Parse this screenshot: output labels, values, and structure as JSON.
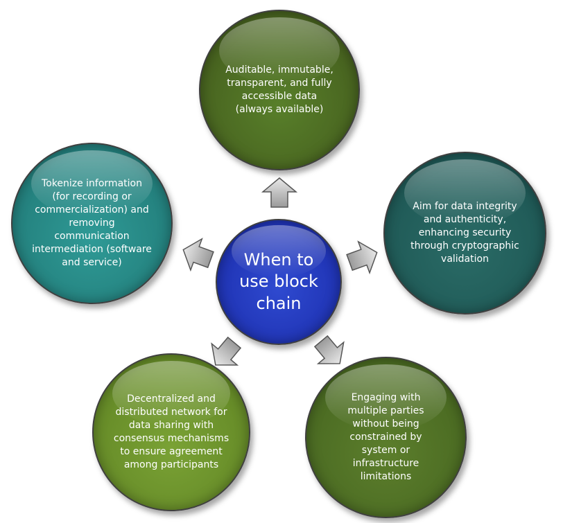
{
  "center": {
    "title": "When to use block chain"
  },
  "nodes": {
    "top": "Auditable, immutable, transparent, and fully accessible data (always available)",
    "right": "Aim for data integrity and authenticity, enhancing security through cryptographic validation",
    "left": "Tokenize information (for recording or commercialization) and removing communication intermediation (software and service)",
    "bottom_left": "Decentralized and distributed network for data sharing with consensus mechanisms to ensure agreement among participants",
    "bottom_right": "Engaging with multiple parties without being constrained by system or infrastructure limitations"
  },
  "colors": {
    "center": "#1f33b4",
    "top": "#47621f",
    "right": "#1f5956",
    "left": "#237f7c",
    "bottom_left": "#658a27",
    "bottom_right": "#4a6a22",
    "arrow": "#c9c9c9"
  },
  "icons": {
    "connector": "block-arrow-icon"
  }
}
